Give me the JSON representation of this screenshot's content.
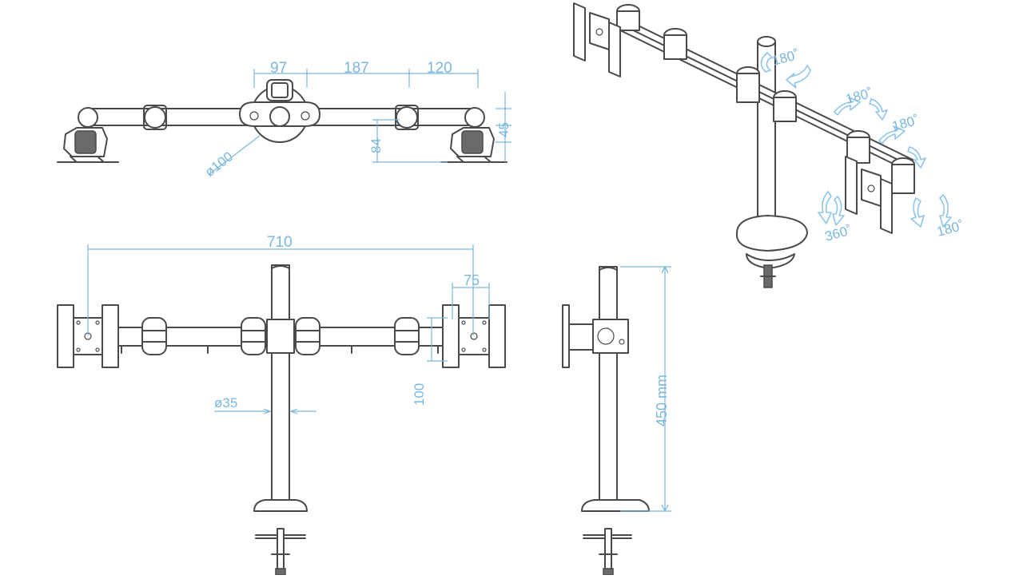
{
  "dimensions": {
    "top_97": "97",
    "top_187": "187",
    "top_120": "120",
    "top_45": "45",
    "top_84": "84",
    "top_dia100": "ø100",
    "front_710": "710",
    "front_75": "75",
    "front_100": "100",
    "front_dia35": "ø35",
    "side_450": "450  mm"
  },
  "rotations": {
    "r1": "180˚",
    "r2": "180˚",
    "r3": "180˚",
    "r4": "360˚",
    "r5": "180˚"
  },
  "colors": {
    "line": "#4a4a4a",
    "dimension": "#7ab7dd"
  }
}
